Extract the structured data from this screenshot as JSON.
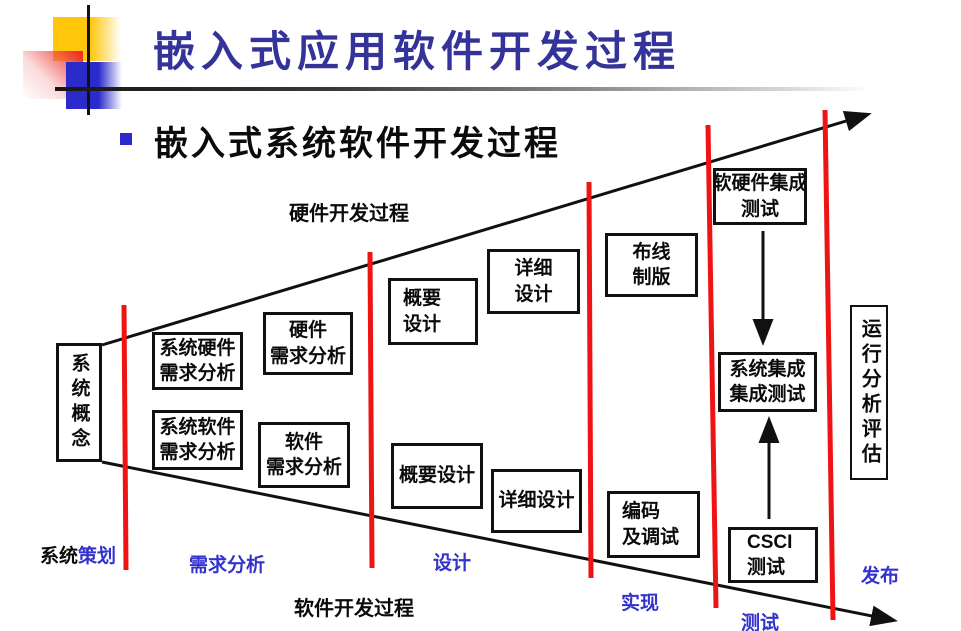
{
  "slide": {
    "title": "嵌入式应用软件开发过程",
    "bullet": "嵌入式系统软件开发过程"
  },
  "diagram": {
    "process_labels": {
      "hardware": "硬件开发过程",
      "software": "软件开发过程"
    },
    "boxes": {
      "sys_concept": {
        "label": "系统概念"
      },
      "sys_hw_req": {
        "lines": [
          "系统硬件",
          "需求分析"
        ]
      },
      "hw_req": {
        "lines": [
          "硬件",
          "需求分析"
        ]
      },
      "sys_sw_req": {
        "lines": [
          "系统软件",
          "需求分析"
        ]
      },
      "sw_req": {
        "lines": [
          "软件",
          "需求分析"
        ]
      },
      "hw_prelim_design": {
        "lines": [
          "概要",
          "设计"
        ]
      },
      "hw_detail_design": {
        "lines": [
          "详细",
          "设计"
        ]
      },
      "wiring_board": {
        "lines": [
          "布线",
          "制版"
        ]
      },
      "sw_prelim_design": {
        "lines": [
          "概要设计"
        ]
      },
      "sw_detail_design": {
        "lines": [
          "详细设计"
        ]
      },
      "coding_debug": {
        "lines": [
          "编码",
          "及调试"
        ]
      },
      "hw_sw_integration_test": {
        "lines": [
          "软硬件集成",
          "测试"
        ]
      },
      "sys_integration_test": {
        "lines": [
          "系统集成",
          "集成测试"
        ]
      },
      "csci_test": {
        "lines": [
          "CSCI",
          "测试"
        ]
      },
      "run_analysis_eval": {
        "label": "运行分析评估"
      }
    },
    "phases": {
      "planning_prefix": "系统",
      "planning": "策划",
      "requirements": "需求分析",
      "design": "设计",
      "implementation": "实现",
      "testing": "测试",
      "release": "发布"
    }
  },
  "colors": {
    "title_blue": "#333399",
    "phase_blue": "#3333cc",
    "divider_red": "#ee1414",
    "line_black": "#111111",
    "logo_yellow": "#ffc60b",
    "logo_blue": "#2b2bcc",
    "logo_red": "#ee2222"
  }
}
